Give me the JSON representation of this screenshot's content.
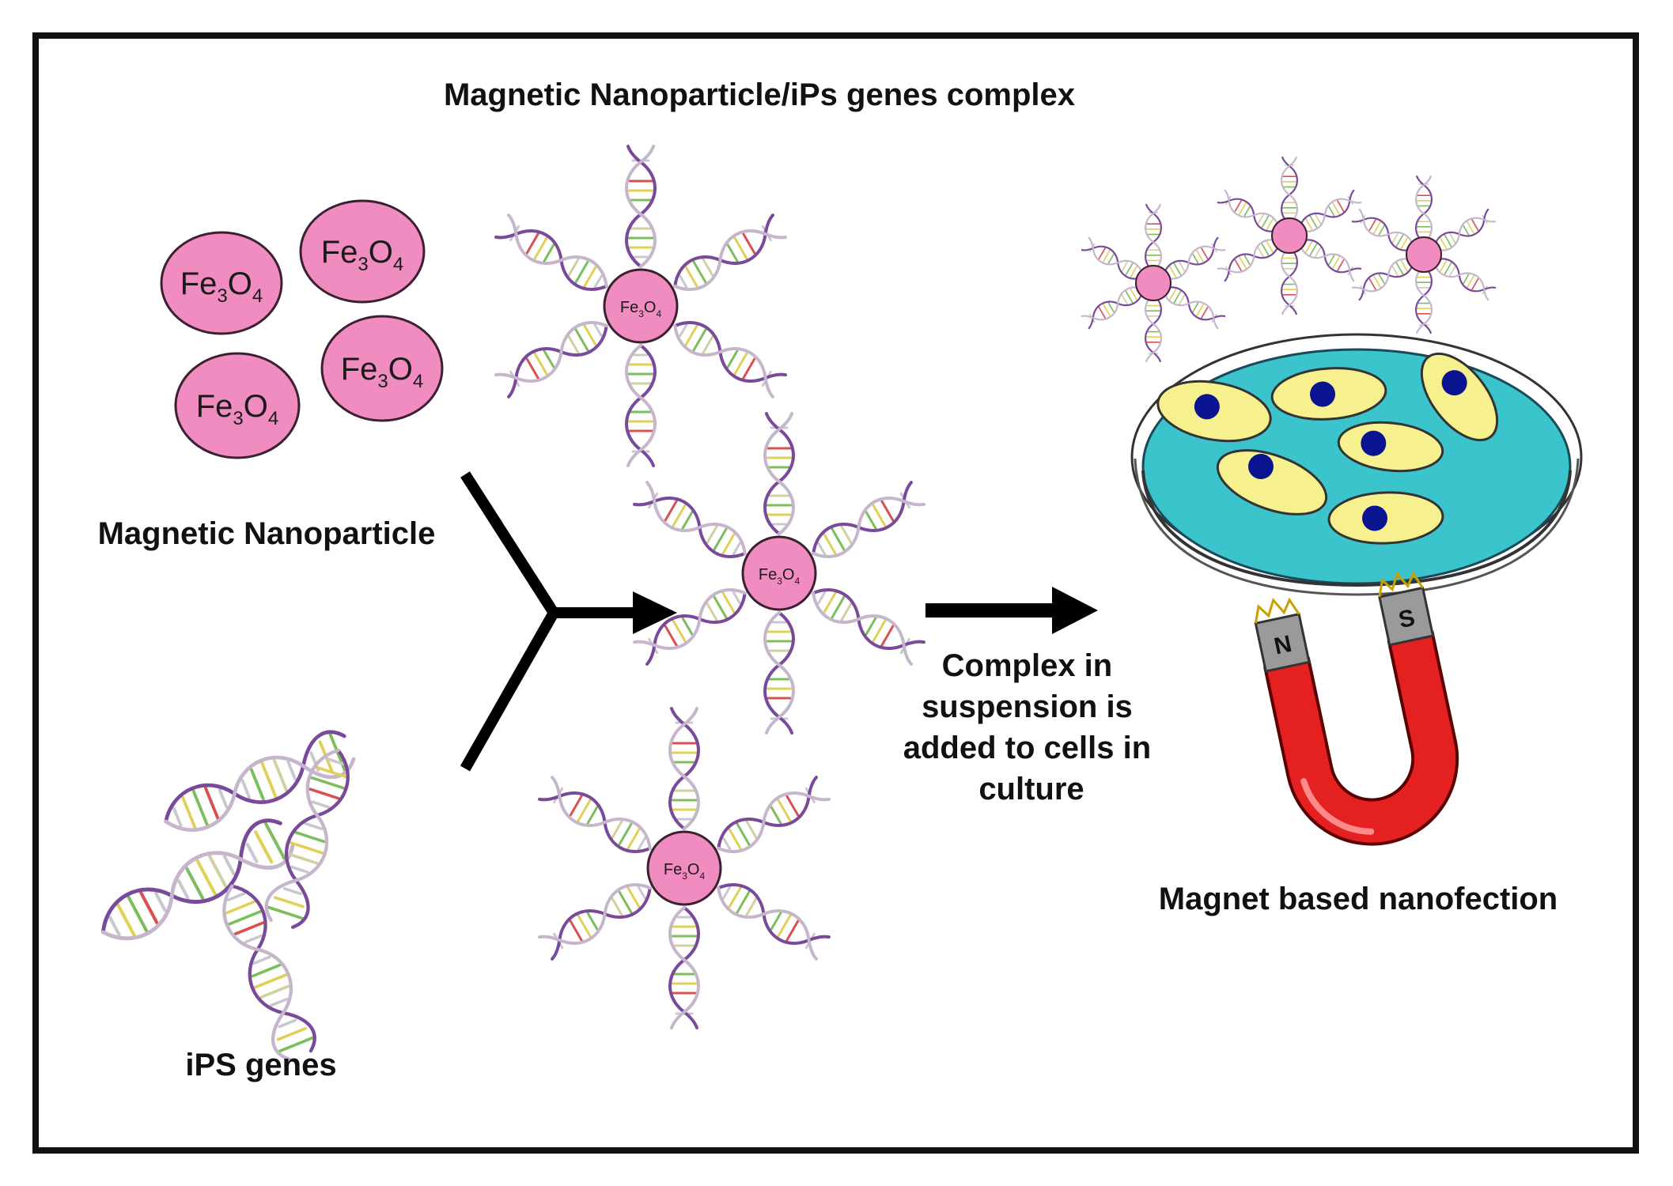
{
  "figure": {
    "complex_title": "Magnetic Nanoparticle/iPs genes complex",
    "nanoparticle_label": "Magnetic Nanoparticle",
    "genes_label": "iPS genes",
    "step_label_lines": [
      "Complex in",
      "suspension is",
      "added to cells in",
      "culture"
    ],
    "nanofection_label": "Magnet based nanofection",
    "particle_formula_main": "Fe",
    "particle_formula_sub1": "3",
    "particle_formula_mid": "O",
    "particle_formula_sub2": "4",
    "magnet_poles": [
      "N",
      "S"
    ]
  },
  "colors": {
    "frame": "#111111",
    "nanoparticle_fill": "#f08cc0",
    "nanoparticle_stroke": "#3a2030",
    "dish_medium": "#3cc4cc",
    "cell_fill": "#f6f08e",
    "nucleus": "#0a1490",
    "magnet_red": "#e42020",
    "magnet_grey": "#9a9a9a",
    "dna_backbone": "#7a4a9a",
    "arrow": "#000000"
  },
  "icons": [
    "nanoparticle-icon",
    "dna-helix-icon",
    "petri-dish-icon",
    "cell-icon",
    "horseshoe-magnet-icon",
    "arrow-right-icon"
  ]
}
